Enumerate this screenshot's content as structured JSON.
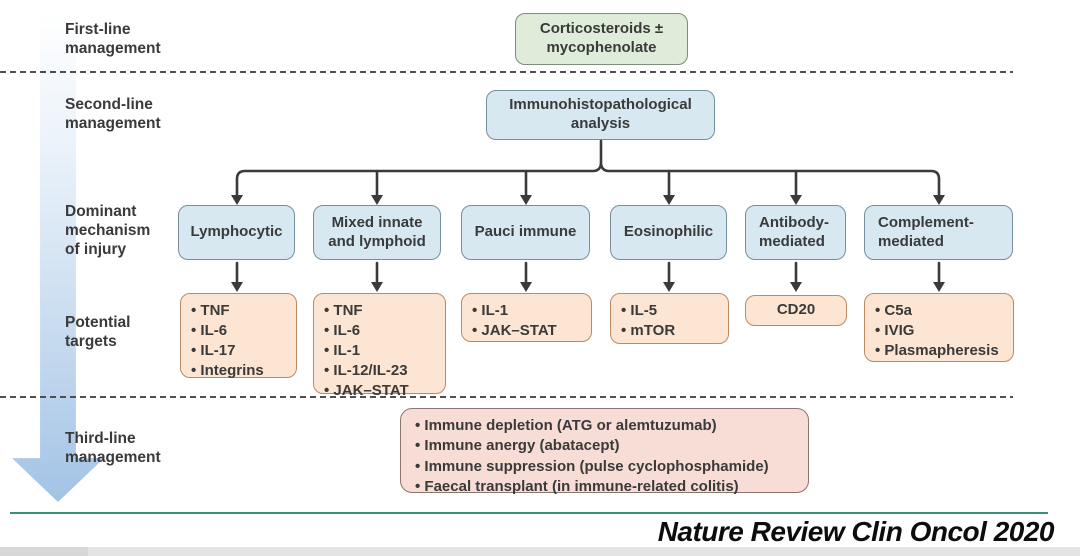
{
  "labels": {
    "first_line": "First-line\nmanagement",
    "second_line": "Second-line\nmanagement",
    "mechanism": "Dominant\nmechanism\nof injury",
    "targets": "Potential\ntargets",
    "third_line": "Third-line\nmanagement"
  },
  "first_line_box": "Corticosteroids ±\nmycophenolate",
  "second_line_box": "Immunohistopathological\nanalysis",
  "branches": [
    {
      "mechanism": "Lymphocytic",
      "targets": [
        "TNF",
        "IL-6",
        "IL-17",
        "Integrins"
      ]
    },
    {
      "mechanism": "Mixed innate\nand lymphoid",
      "targets": [
        "TNF",
        "IL-6",
        "IL-1",
        "IL-12/IL-23",
        "JAK–STAT"
      ]
    },
    {
      "mechanism": "Pauci immune",
      "targets": [
        "IL-1",
        "JAK–STAT"
      ]
    },
    {
      "mechanism": "Eosinophilic",
      "targets": [
        "IL-5",
        "mTOR"
      ]
    },
    {
      "mechanism": "Antibody-\nmediated",
      "targets": [
        "CD20"
      ],
      "bullets": false
    },
    {
      "mechanism": "Complement-\nmediated",
      "targets": [
        "C5a",
        "IVIG",
        "Plasmapheresis"
      ]
    }
  ],
  "third_line_items": [
    "Immune depletion (ATG or alemtuzumab)",
    "Immune anergy (abatacept)",
    "Immune suppression (pulse cyclophosphamide)",
    "Faecal transplant (in immune-related colitis)"
  ],
  "citation": "Nature Review Clin Oncol 2020",
  "colors": {
    "green_box_bg": "#e0ecda",
    "blue_box_bg": "#d8e8f1",
    "peach_box_bg": "#fce6d3",
    "pink_box_bg": "#f7ddd6",
    "arrow_gradient_end": "#a3c3e6",
    "divider_green": "#3d8f6f",
    "connector_stroke": "#3a3a3a"
  }
}
